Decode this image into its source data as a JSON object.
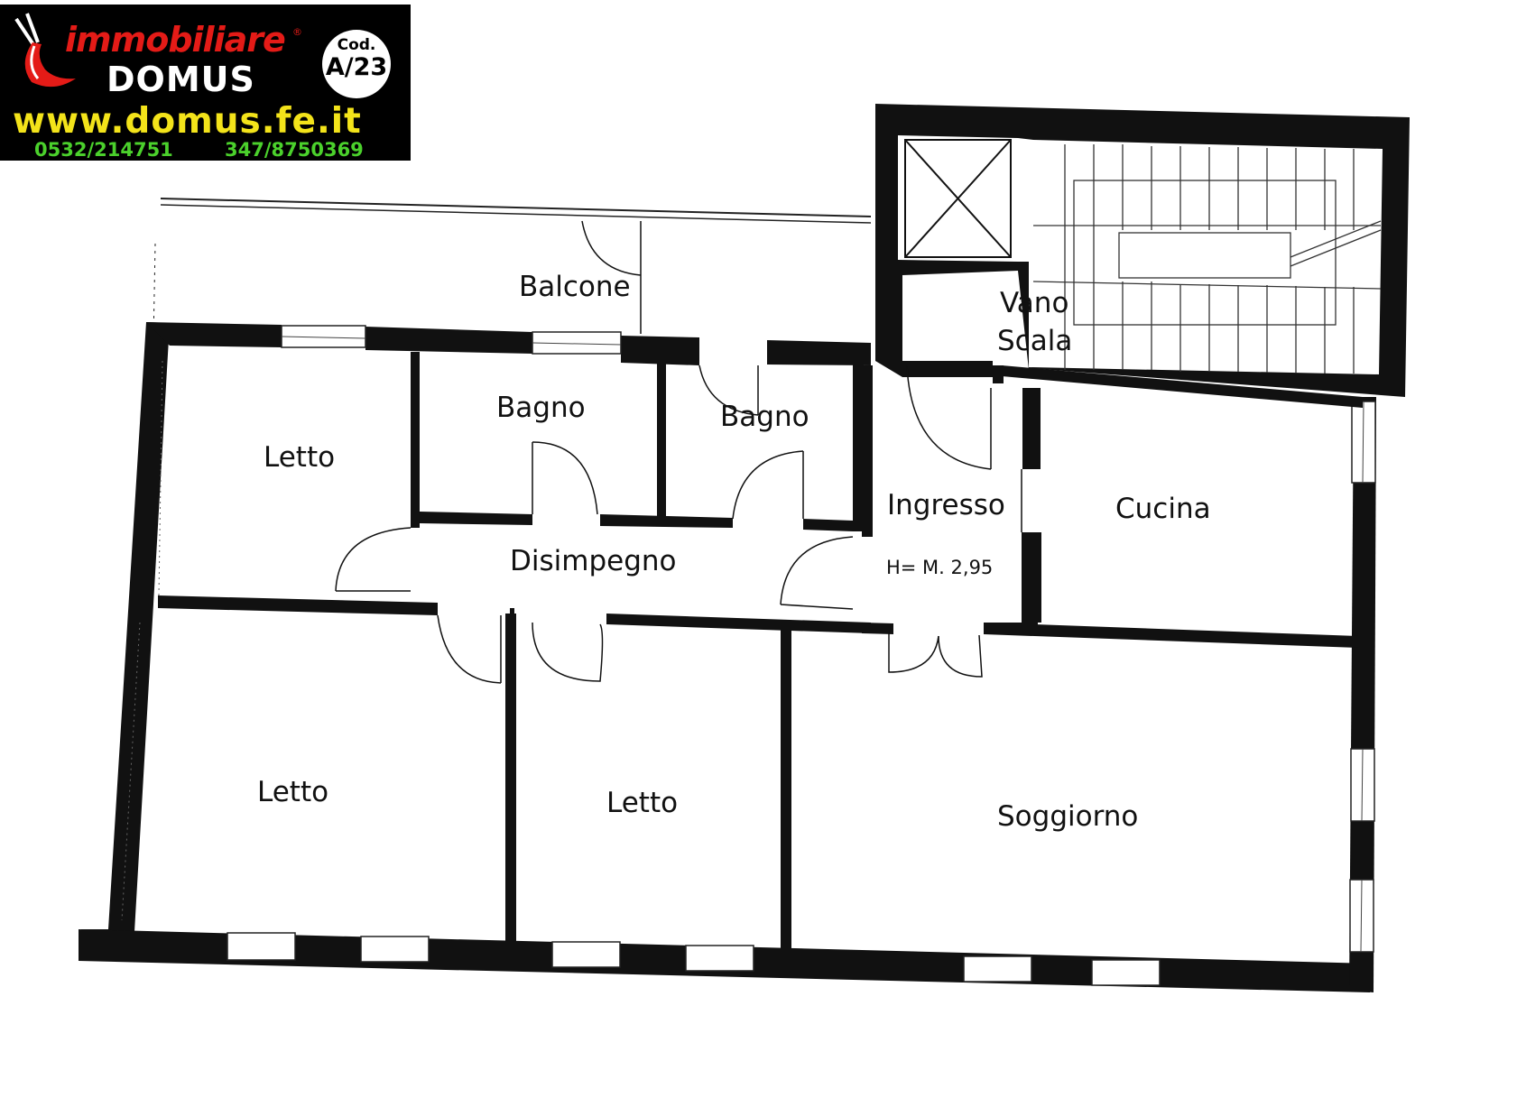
{
  "logo": {
    "brand_line1": "immobiliare",
    "registered_mark": "®",
    "brand_line2": "DOMUS",
    "website": "www.domus.fe.it",
    "phone1": "0532/214751",
    "phone2": "347/8750369",
    "code_label": "Cod.",
    "code_value": "A/23",
    "colors": {
      "background": "#000000",
      "brand": "#e41b17",
      "website": "#f3e31a",
      "phones": "#4bd12c"
    }
  },
  "rooms": {
    "balcone": "Balcone",
    "bagno_1": "Bagno",
    "bagno_2": "Bagno",
    "letto_top": "Letto",
    "vano": "Vano",
    "scala": "Scala",
    "ingresso": "Ingresso",
    "height": "H= M. 2,95",
    "cucina": "Cucina",
    "disimpegno": "Disimpegno",
    "letto_bottom_left": "Letto",
    "letto_bottom_middle": "Letto",
    "soggiorno": "Soggiorno"
  }
}
